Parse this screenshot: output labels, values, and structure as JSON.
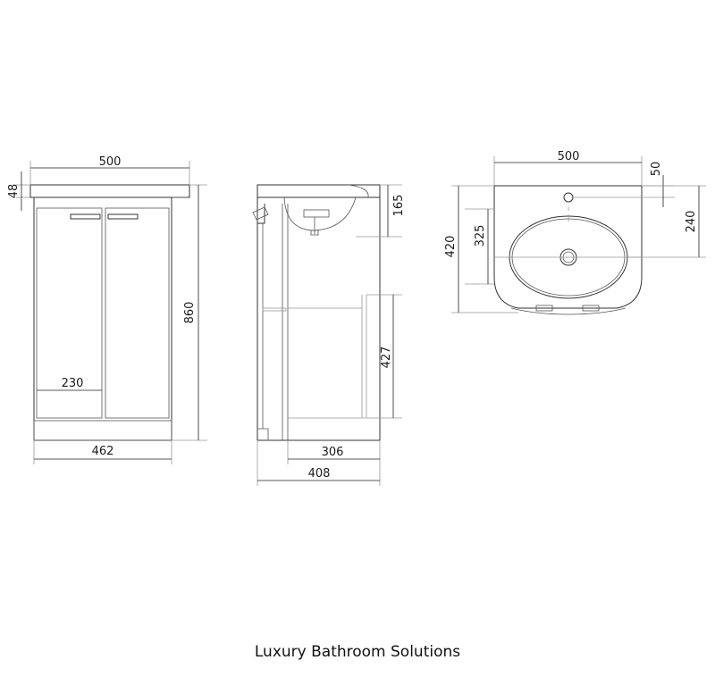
{
  "caption": "Luxury Bathroom Solutions",
  "front_view": {
    "width_top": "500",
    "width_bottom": "462",
    "door_width": "230",
    "height": "860",
    "top_thickness": "48"
  },
  "side_view": {
    "bowl_depth": "165",
    "inner_height": "427",
    "inner_depth": "306",
    "total_depth": "408"
  },
  "top_view": {
    "width": "500",
    "tap_offset": "50",
    "center_to_back": "240",
    "bowl_depth": "325",
    "total_depth": "420"
  }
}
